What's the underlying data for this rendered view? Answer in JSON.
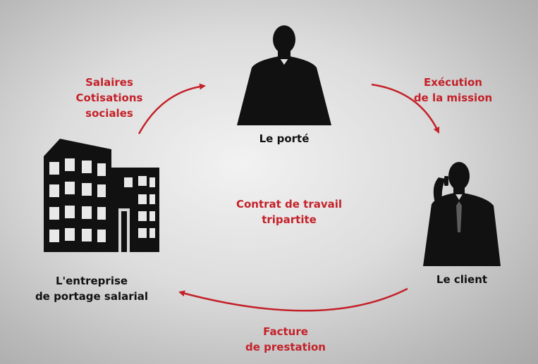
{
  "colors": {
    "accent": "#c42129",
    "silhouette": "#111111"
  },
  "icons": [
    "building-icon",
    "person-icon",
    "client-phone-icon"
  ],
  "nodes": {
    "porte": "Le porté",
    "client": "Le client",
    "entreprise": [
      "L'entreprise",
      "de portage salarial"
    ]
  },
  "flows": {
    "salaires": [
      "Salaires",
      "Cotisations",
      "sociales"
    ],
    "execution": [
      "Exécution",
      "de la mission"
    ],
    "facture": [
      "Facture",
      "de prestation"
    ]
  },
  "center": [
    "Contrat de travail",
    "tripartite"
  ]
}
